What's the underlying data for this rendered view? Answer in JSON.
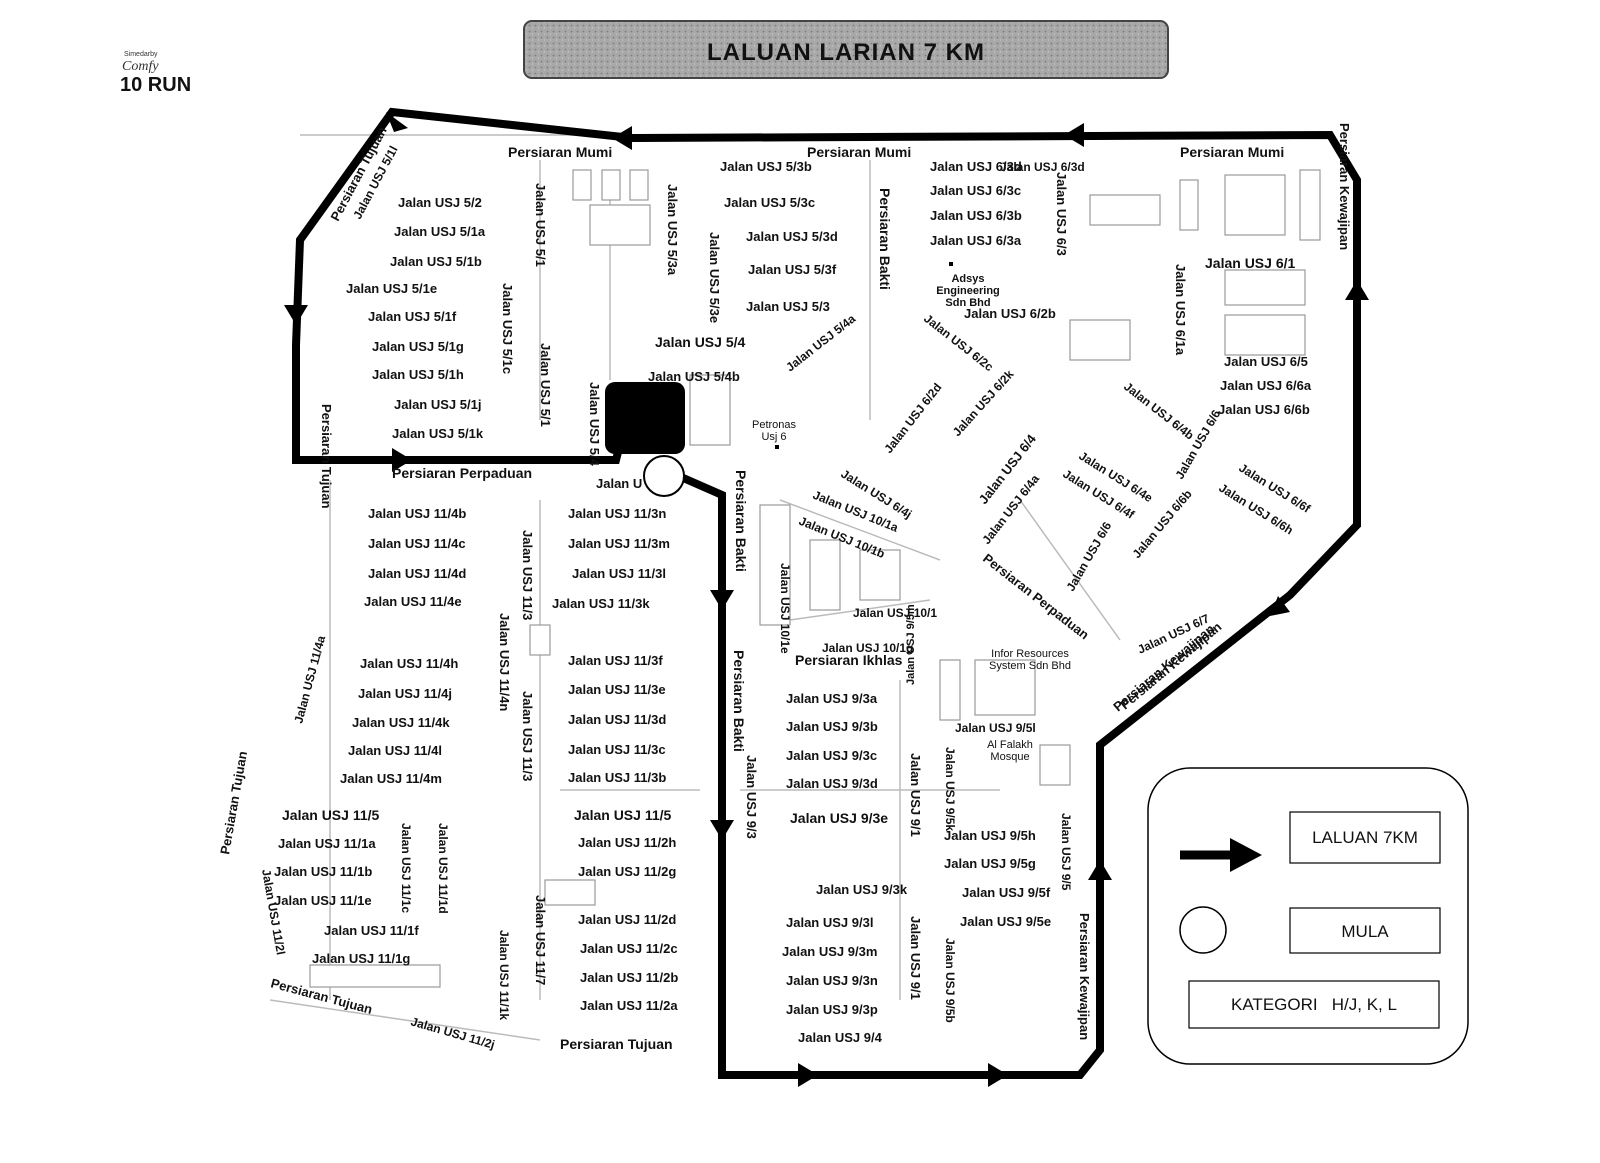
{
  "title": "LALUAN LARIAN 7 KM",
  "logo": {
    "text_top": "Simedarby",
    "text_middle": "Comfy",
    "text_bottom": "10 RUN"
  },
  "legend": {
    "route_label": "LALUAN 7KM",
    "start_label": "MULA",
    "category_label": "KATEGORI   H/J, K, L"
  },
  "landmarks": [
    {
      "name": "Adsys Engineering Sdn Bhd",
      "lines": [
        "Adsys",
        "Engineering",
        "Sdn Bhd"
      ]
    },
    {
      "name": "Petronas Usj 6",
      "lines": [
        "Petronas",
        "Usj 6"
      ]
    },
    {
      "name": "Infor Resources System Sdn Bhd",
      "lines": [
        "Infor Resources",
        "System Sdn Bhd"
      ]
    },
    {
      "name": "Al Falakh Mosque",
      "lines": [
        "Al Falakh",
        "Mosque"
      ]
    }
  ],
  "streets": [
    "Persiaran Mumi",
    "Persiaran Mumi",
    "Persiaran Mumi",
    "Persiaran Tujuan",
    "Jalan USJ 5/1l",
    "Jalan USJ 5/2",
    "Jalan USJ 5/1a",
    "Jalan USJ 5/1b",
    "Jalan USJ 5/1e",
    "Jalan USJ 5/1f",
    "Jalan USJ 5/1g",
    "Jalan USJ 5/1h",
    "Jalan USJ 5/1j",
    "Jalan USJ 5/1k",
    "Jalan USJ 5/1",
    "Jalan USJ 5/1c",
    "Jalan USJ 5/1",
    "Jalan USJ 5/4",
    "Jalan USJ 5/3b",
    "Jalan USJ 5/3c",
    "Jalan USJ 5/3d",
    "Jalan USJ 5/3f",
    "Jalan USJ 5/3",
    "Jalan USJ 5/3a",
    "Jalan USJ 5/3e",
    "Persiaran Bakti",
    "Jalan USJ 5/4",
    "Jalan USJ 5/4b",
    "Jalan USJ 5/4a",
    "Jalan USJ 6/3d",
    "Jalan USJ 6/3d",
    "Jalan USJ 6/3c",
    "Jalan USJ 6/3b",
    "Jalan USJ 6/3a",
    "Jalan USJ 6/3",
    "Jalan USJ 6/2b",
    "Jalan USJ 6/2c",
    "Jalan USJ 6/2k",
    "Jalan USJ 6/2d",
    "Jalan USJ 6/1",
    "Jalan USJ 6/1a",
    "Jalan USJ 6/5",
    "Jalan USJ 6/6a",
    "Jalan USJ 6/6b",
    "Jalan USJ 6/4b",
    "Jalan USJ 6/6",
    "Jalan USJ 6/6f",
    "Jalan USJ 6/6h",
    "Jalan USJ 6/4",
    "Jalan USJ 6/4a",
    "Jalan USJ 6/4e",
    "Jalan USJ 6/4f",
    "Jalan USJ 6/6",
    "Jalan USJ 6/6b",
    "Jalan USJ 6/4j",
    "Jalan USJ 6/7",
    "Persiaran Kewajipan",
    "Persiaran Perpaduan",
    "Persiaran Perpaduan",
    "Persiaran Tujuan",
    "Jalan U",
    "Jalan USJ 10/1a",
    "Jalan USJ 10/1b",
    "Jalan USJ 10/1e",
    "Jalan USJ 10/1",
    "Jalan USJ 10/1g",
    "Persiaran Ikhlas",
    "Jalan USJ 9/5m",
    "Jalan USJ 9/5l",
    "Jalan USJ 11/4b",
    "Jalan USJ 11/4c",
    "Jalan USJ 11/4d",
    "Jalan USJ 11/4e",
    "Jalan USJ 11/4a",
    "Jalan USJ 11/4h",
    "Jalan USJ 11/4j",
    "Jalan USJ 11/4k",
    "Jalan USJ 11/4l",
    "Jalan USJ 11/4m",
    "Jalan USJ 11/3",
    "Jalan USJ 11/4n",
    "Jalan USJ 11/3",
    "Jalan USJ 11/3n",
    "Jalan USJ 11/3m",
    "Jalan USJ 11/3l",
    "Jalan USJ 11/3k",
    "Jalan USJ 11/3f",
    "Jalan USJ 11/3e",
    "Jalan USJ 11/3d",
    "Jalan USJ 11/3c",
    "Jalan USJ 11/3b",
    "Jalan USJ 11/5",
    "Jalan USJ 11/1a",
    "Jalan USJ 11/1b",
    "Jalan USJ 11/1e",
    "Jalan USJ 11/1f",
    "Jalan USJ 11/1g",
    "Jalan USJ 11/1c",
    "Jalan USJ 11/1d",
    "Jalan USJ 11/2l",
    "Jalan USJ 11/5",
    "Jalan USJ 11/2h",
    "Jalan USJ 11/2g",
    "Jalan USJ 11/2d",
    "Jalan USJ 11/2c",
    "Jalan USJ 11/2b",
    "Jalan USJ 11/2a",
    "Jalan USJ 11/7",
    "Jalan USJ 11/1k",
    "Jalan USJ 11/2j",
    "Persiaran Tujuan",
    "Persiaran Tujuan",
    "Persiaran Tujuan",
    "Persiaran Bakti",
    "Persiaran Bakti",
    "Jalan USJ 9/3",
    "Jalan USJ 9/3a",
    "Jalan USJ 9/3b",
    "Jalan USJ 9/3c",
    "Jalan USJ 9/3d",
    "Jalan USJ 9/3e",
    "Jalan USJ 9/1",
    "Jalan USJ 9/5k",
    "Jalan USJ 9/5h",
    "Jalan USJ 9/5g",
    "Jalan USJ 9/5f",
    "Jalan USJ 9/5e",
    "Jalan USJ 9/5",
    "Jalan USJ 9/3k",
    "Jalan USJ 9/3l",
    "Jalan USJ 9/3m",
    "Jalan USJ 9/3n",
    "Jalan USJ 9/3p",
    "Jalan USJ 9/4",
    "Jalan USJ 9/1",
    "Jalan USJ 9/5b",
    "Persiaran Kewajipan",
    "Persiaran Kewajipan",
    "Persiaran Kewajipan"
  ]
}
